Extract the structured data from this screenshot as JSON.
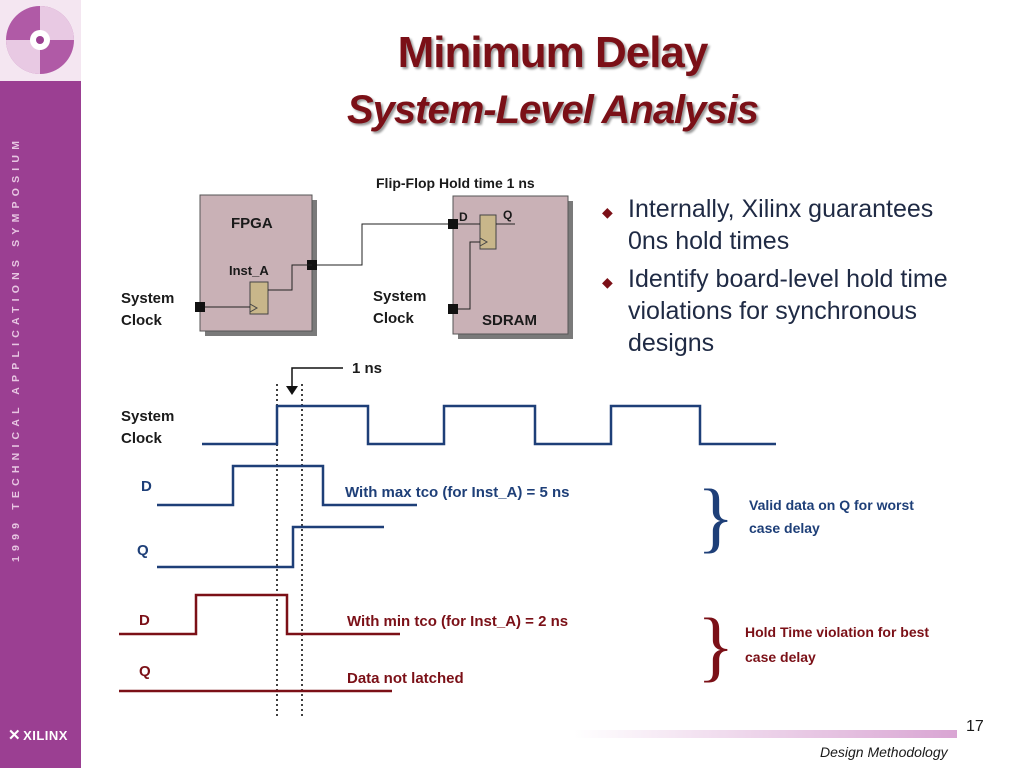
{
  "sidebar": {
    "vertical_text": "1999 TECHNICAL APPLICATIONS SYMPOSIUM",
    "brand": "XILINX"
  },
  "title": {
    "line1": "Minimum Delay",
    "line2": "System-Level Analysis"
  },
  "bullets": [
    "Internally, Xilinx guarantees 0ns hold times",
    "Identify board-level hold time violations for synchronous designs"
  ],
  "schematic": {
    "hold_label": "Flip-Flop Hold  time 1 ns",
    "fpga_label": "FPGA",
    "inst_label": "Inst_A",
    "sysclk_left": "System Clock",
    "sysclk_right": "System Clock",
    "sdram_label": "SDRAM",
    "d_pin": "D",
    "q_pin": "Q"
  },
  "timing": {
    "one_ns": "1 ns",
    "system_clock": "System Clock",
    "d1": "D",
    "q1": "Q",
    "d2": "D",
    "q2": "Q",
    "max_note": "With max tco (for Inst_A) = 5 ns",
    "min_note": "With min tco (for Inst_A) = 2 ns",
    "not_latched": "Data not latched",
    "valid_note": "Valid data on Q for worst case delay",
    "violation_note": "Hold Time violation for best case delay"
  },
  "footer": {
    "page": "17",
    "section": "Design Methodology"
  },
  "colors": {
    "title": "#7b1017",
    "sidebar": "#9b3f92",
    "wave_blue": "#1e3f78",
    "wave_red": "#7b1017",
    "box_fill": "#c9b1b6"
  }
}
